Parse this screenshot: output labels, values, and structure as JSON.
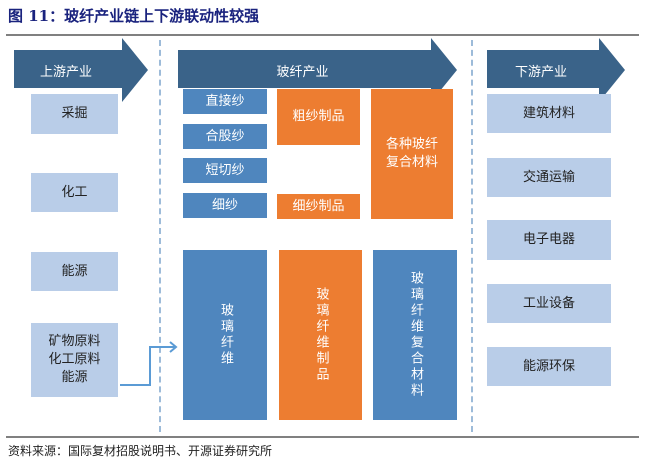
{
  "title": "图 11：玻纤产业链上下游联动性较强",
  "arrows": {
    "upstream": "上游产业",
    "glass_fiber": "玻纤产业",
    "downstream": "下游产业"
  },
  "upstream": [
    "采掘",
    "化工",
    "能源",
    "矿物原料\n化工原料\n能源"
  ],
  "yarns": [
    "直接纱",
    "合股纱",
    "短切纱",
    "细纱"
  ],
  "products": {
    "roving": "粗纱制品",
    "fine": "细纱制品",
    "composite": "各种玻纤\n复合材料"
  },
  "columns": [
    "玻璃纤维",
    "玻璃纤维制品",
    "玻璃纤维复合材料"
  ],
  "downstream": [
    "建筑材料",
    "交通运输",
    "电子电器",
    "工业设备",
    "能源环保"
  ],
  "source": "资料来源：国际复材招股说明书、开源证券研究所"
}
